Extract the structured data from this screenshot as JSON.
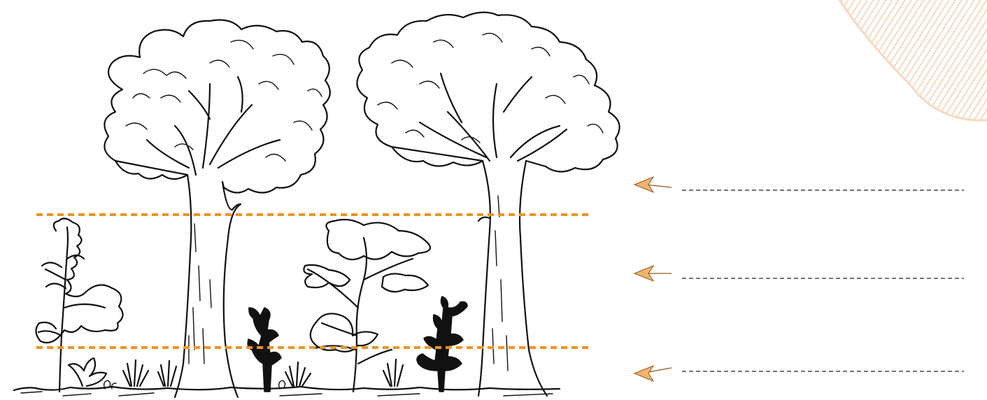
{
  "colors": {
    "layer_boundary": "#f0941e",
    "arrow": "#f2b36b",
    "arrow_outline": "#8a5a20",
    "answer_line": "#222222",
    "leaf_watermark": "#f7d9bf",
    "ink": "#111111"
  },
  "layers": [
    {
      "name": "upper-layer-label-slot",
      "answer": ""
    },
    {
      "name": "middle-layer-label-slot",
      "answer": ""
    },
    {
      "name": "ground-layer-label-slot",
      "answer": ""
    }
  ],
  "icons": {
    "arrow": "arrow-left-icon",
    "watermark": "leaf-watermark-icon"
  }
}
